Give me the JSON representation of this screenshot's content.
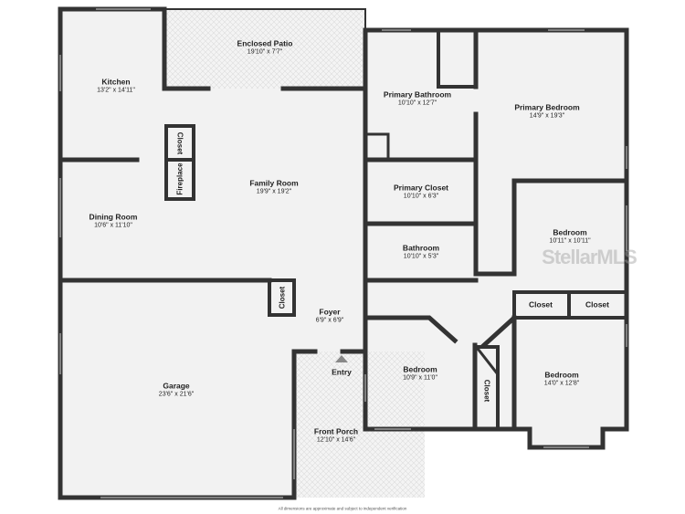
{
  "rooms": {
    "enclosed_patio": {
      "name": "Enclosed Patio",
      "dims": "19'10\" x 7'7\""
    },
    "kitchen": {
      "name": "Kitchen",
      "dims": "13'2\" x 14'11\""
    },
    "primary_bathroom": {
      "name": "Primary Bathroom",
      "dims": "10'10\" x 12'7\""
    },
    "primary_bedroom": {
      "name": "Primary Bedroom",
      "dims": "14'9\" x 19'3\""
    },
    "family_room": {
      "name": "Family Room",
      "dims": "19'9\" x 19'2\""
    },
    "primary_closet": {
      "name": "Primary Closet",
      "dims": "10'10\" x 6'3\""
    },
    "dining_room": {
      "name": "Dining Room",
      "dims": "10'6\" x 11'10\""
    },
    "bedroom_2": {
      "name": "Bedroom",
      "dims": "10'11\" x 10'11\""
    },
    "bathroom": {
      "name": "Bathroom",
      "dims": "10'10\" x 5'3\""
    },
    "foyer": {
      "name": "Foyer",
      "dims": "6'9\" x 6'9\""
    },
    "garage": {
      "name": "Garage",
      "dims": "23'6\" x 21'6\""
    },
    "bedroom_3": {
      "name": "Bedroom",
      "dims": "10'9\" x 11'0\""
    },
    "bedroom_4": {
      "name": "Bedroom",
      "dims": "14'0\" x 12'8\""
    },
    "front_porch": {
      "name": "Front Porch",
      "dims": "12'10\" x 14'6\""
    }
  },
  "labels": {
    "fireplace": "Fireplace",
    "closet_family": "Closet",
    "closet_foyer": "Closet",
    "closet_bed2_a": "Closet",
    "closet_bed2_b": "Closet",
    "closet_bed3": "Closet",
    "entry": "Entry"
  },
  "watermark": "StellarMLS",
  "disclaimer": "All dimensions are approximate and subject to independent verification",
  "colors": {
    "wall": "#333333",
    "floor": "#f2f2f2"
  }
}
